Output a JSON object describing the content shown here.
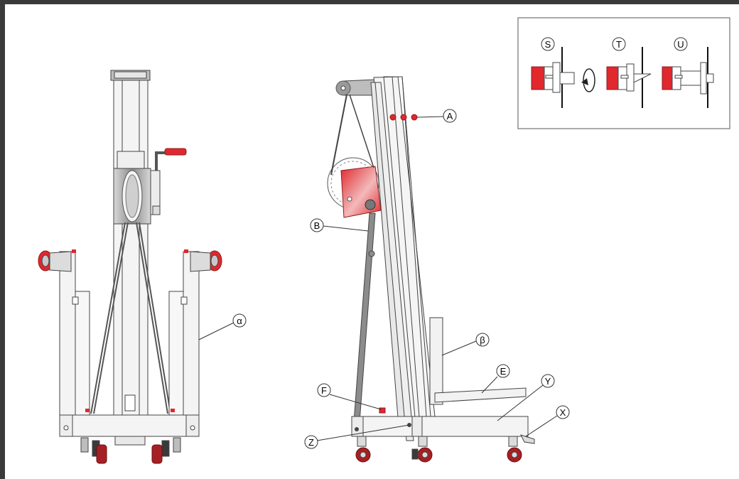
{
  "diagram": {
    "callouts": {
      "A": "A",
      "B": "B",
      "E": "E",
      "F": "F",
      "Y": "Y",
      "X": "X",
      "Z": "Z",
      "alpha": "α",
      "beta": "β"
    },
    "inset": {
      "S": "S",
      "T": "T",
      "U": "U"
    },
    "colors": {
      "accent_red": "#e0282d",
      "dark_red": "#8e1d22",
      "frame": "#3a3a3a",
      "metal": "#e8e8e8",
      "grey": "#8c8c8c"
    }
  }
}
